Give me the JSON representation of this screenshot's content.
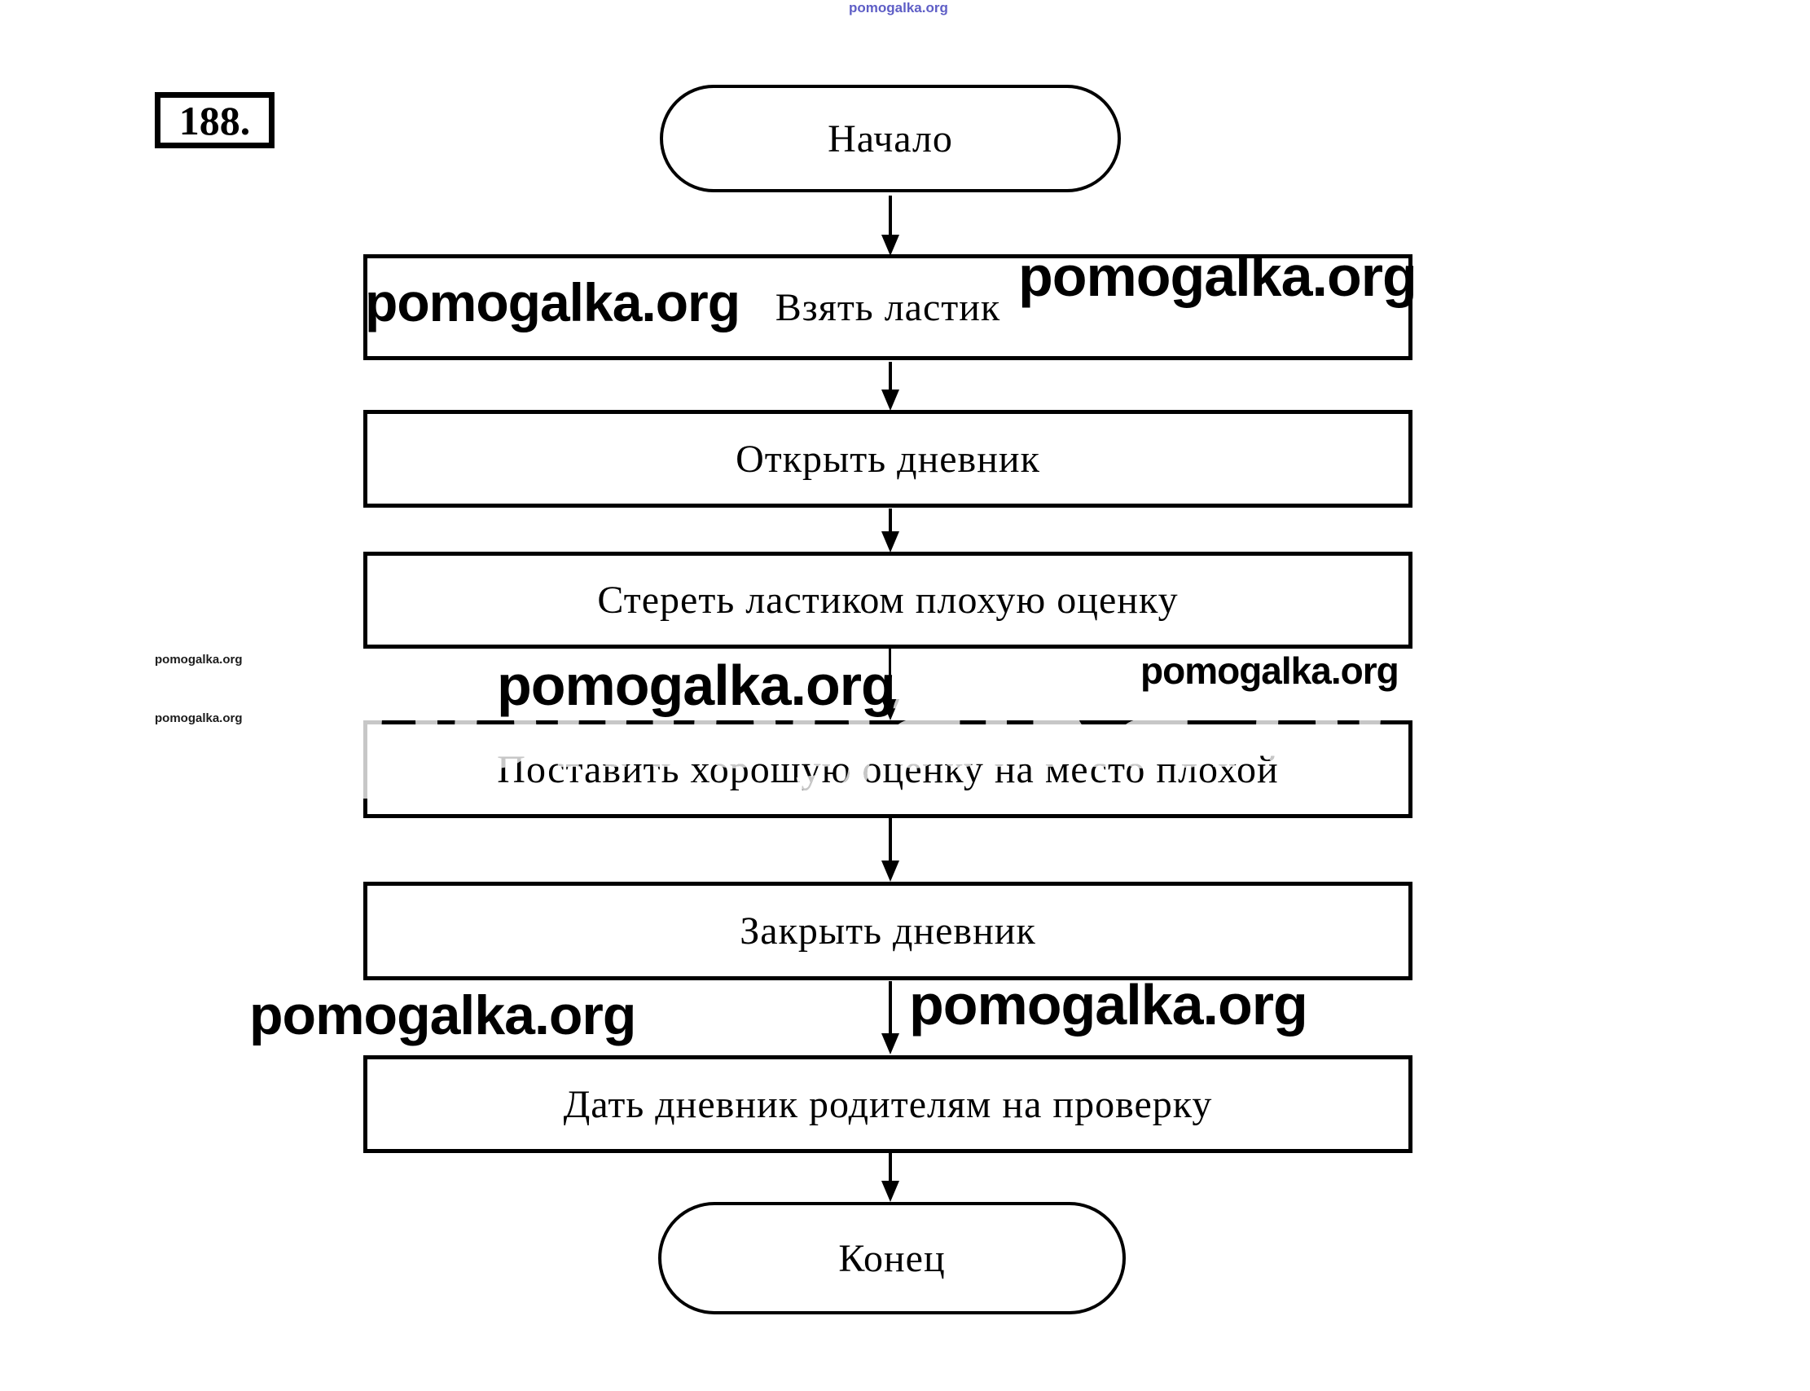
{
  "page": {
    "background": "#ffffff",
    "ink_color": "#000000"
  },
  "problem_number": "188.",
  "flowchart": {
    "type": "flowchart",
    "direction": "top-to-bottom",
    "nodes": [
      {
        "id": "start",
        "type": "terminator",
        "label": "Начало"
      },
      {
        "id": "step1",
        "type": "process",
        "label": "Взять ластик"
      },
      {
        "id": "step2",
        "type": "process",
        "label": "Открыть дневник"
      },
      {
        "id": "step3",
        "type": "process",
        "label": "Стереть ластиком плохую оценку"
      },
      {
        "id": "step4",
        "type": "process",
        "label": "Поставить хорошую оценку на место плохой"
      },
      {
        "id": "step5",
        "type": "process",
        "label": "Закрыть дневник"
      },
      {
        "id": "step6",
        "type": "process",
        "label": "Дать дневник родителям на проверку"
      },
      {
        "id": "end",
        "type": "terminator",
        "label": "Конец"
      }
    ],
    "edges": [
      {
        "from": "start",
        "to": "step1"
      },
      {
        "from": "step1",
        "to": "step2"
      },
      {
        "from": "step2",
        "to": "step3"
      },
      {
        "from": "step3",
        "to": "step4"
      },
      {
        "from": "step4",
        "to": "step5"
      },
      {
        "from": "step5",
        "to": "step6"
      },
      {
        "from": "step6",
        "to": "end"
      }
    ]
  },
  "watermark": {
    "text": "pomogalka.org",
    "colors": {
      "black": "#000000",
      "blue": "#4343bd",
      "faint_grey": "#c7c7c7",
      "small_grey": "#1c1c1c"
    }
  }
}
